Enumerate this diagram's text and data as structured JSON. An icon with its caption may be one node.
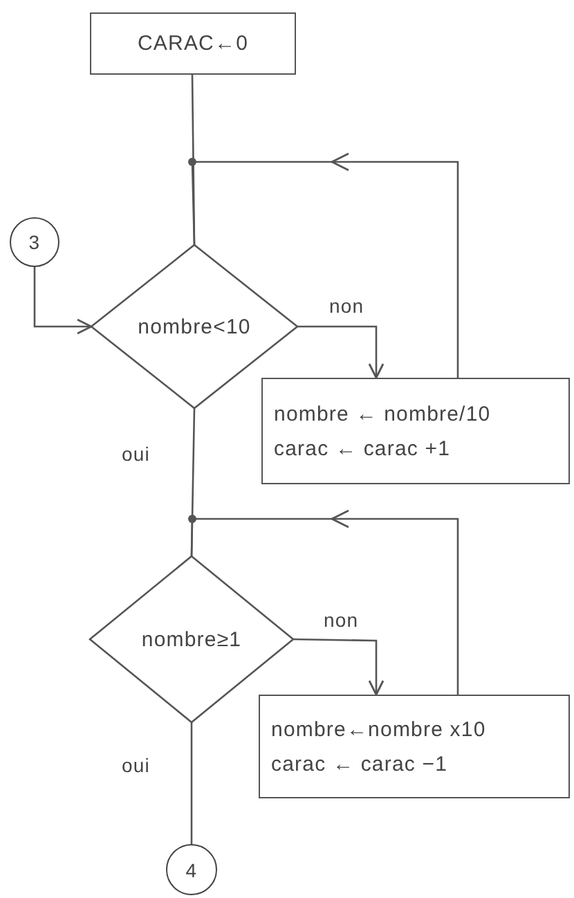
{
  "diagram": {
    "nodes": [
      {
        "text": [
          "CARAC←0"
        ]
      },
      {
        "text": [
          "3"
        ]
      },
      {
        "text": [
          "nombre<10"
        ]
      },
      {
        "text": [
          "nombre ← nombre/10",
          "carac ← carac +1"
        ]
      },
      {
        "text": [
          "nombre≥1"
        ]
      },
      {
        "text": [
          "nombre←nombre x10",
          "carac ← carac −1"
        ]
      },
      {
        "text": [
          "4"
        ]
      }
    ],
    "edges": [
      {
        "from": 0,
        "to": 2,
        "arrow": "none"
      },
      {
        "from": 3,
        "to": 2,
        "arrow": "to"
      },
      {
        "from": 1,
        "to": 2,
        "arrow": "to"
      },
      {
        "from": 2,
        "to": 3,
        "arrow": "to",
        "label": "non"
      },
      {
        "from": 2,
        "to": 4,
        "arrow": "none",
        "label": "oui"
      },
      {
        "from": 5,
        "to": 4,
        "arrow": "to"
      },
      {
        "from": 4,
        "to": 5,
        "arrow": "to",
        "label": "non"
      },
      {
        "from": 4,
        "to": 6,
        "arrow": "none",
        "label": "oui"
      }
    ]
  }
}
